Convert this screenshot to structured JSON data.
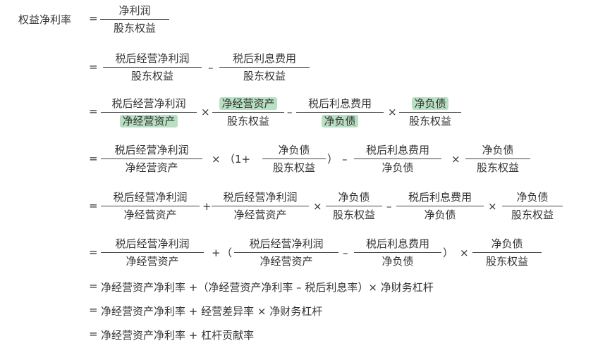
{
  "lhs": "权益净利率",
  "eq": "=",
  "minus": "–",
  "plus": "+",
  "times": "×",
  "open_paren": "（",
  "close_paren": "）",
  "one_plus": "（1+",
  "terms": {
    "net_profit": "净利润",
    "equity": "股东权益",
    "after_tax_op_profit": "税后经营净利润",
    "after_tax_interest": "税后利息费用",
    "net_op_assets": "净经营资产",
    "net_debt": "净负债"
  },
  "line8": "净经营资产净利率 +（净经营资产净利率 – 税后利息率）× 净财务杠杆",
  "line9": "净经营资产净利率 + 经营差异率 × 净财务杠杆",
  "line10": "净经营资产净利率 + 杠杆贡献率",
  "highlight_color": "#b9e0c3"
}
